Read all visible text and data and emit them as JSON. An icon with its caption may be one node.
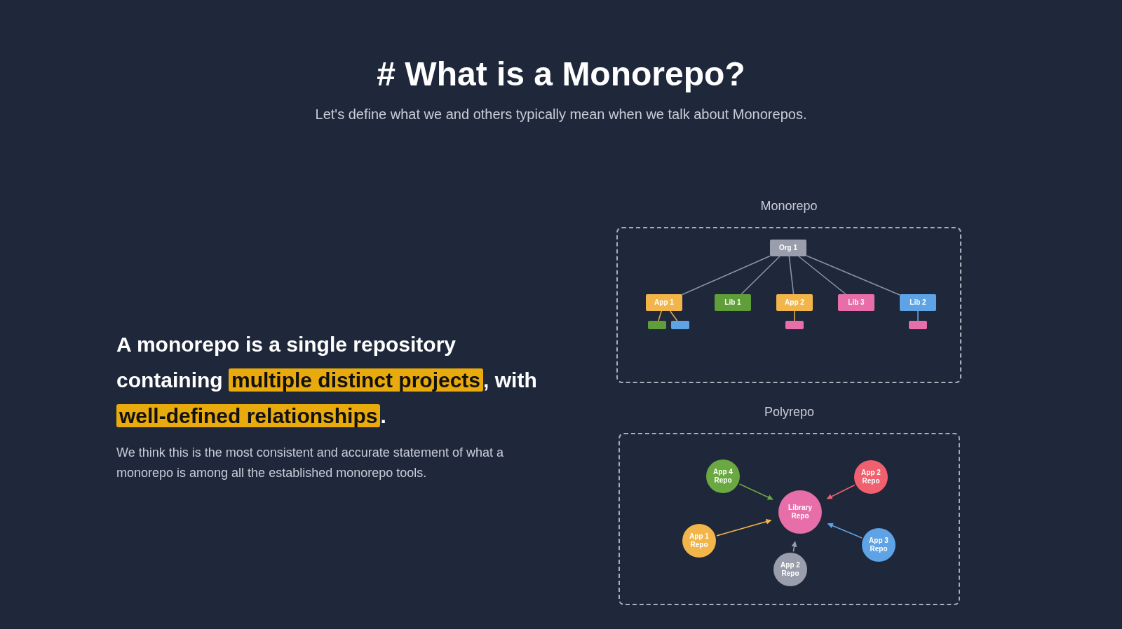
{
  "diagram": {
    "title": "# What is a Monorepo?",
    "nodes": [
      {
        "text": [
          "Monorepo"
        ]
      },
      {
        "text": [
          "Org 1"
        ],
        "in": 0
      },
      {
        "text": [
          "App 1"
        ],
        "in": 0
      },
      {
        "text": [
          "Lib 1"
        ],
        "in": 0
      },
      {
        "text": [
          "App 2"
        ],
        "in": 0
      },
      {
        "text": [
          "Lib 3"
        ],
        "in": 0
      },
      {
        "text": [
          "Lib 2"
        ],
        "in": 0
      },
      {
        "text": [],
        "shape": "box",
        "in": 0
      },
      {
        "text": [],
        "shape": "box",
        "in": 0
      },
      {
        "text": [],
        "shape": "box",
        "in": 0
      },
      {
        "text": [],
        "shape": "box",
        "in": 0
      },
      {
        "text": [
          "Polyrepo"
        ]
      },
      {
        "text": [
          "App 4 Repo"
        ],
        "in": 11
      },
      {
        "text": [
          "App 2 Repo"
        ],
        "in": 11
      },
      {
        "text": [
          "Library Repo"
        ],
        "in": 11
      },
      {
        "text": [
          "App 1 Repo"
        ],
        "in": 11
      },
      {
        "text": [
          "App 3 Repo"
        ],
        "in": 11
      },
      {
        "text": [
          "App 2 Repo"
        ],
        "in": 11
      }
    ],
    "edges": [
      {
        "from": 1,
        "to": 2,
        "arrow": "none"
      },
      {
        "from": 1,
        "to": 3,
        "arrow": "none"
      },
      {
        "from": 1,
        "to": 4,
        "arrow": "none"
      },
      {
        "from": 1,
        "to": 5,
        "arrow": "none"
      },
      {
        "from": 1,
        "to": 6,
        "arrow": "none"
      },
      {
        "from": 2,
        "to": 7,
        "arrow": "none",
        "color": "#e0a94a"
      },
      {
        "from": 2,
        "to": 8,
        "arrow": "none",
        "color": "#e0a94a"
      },
      {
        "from": 4,
        "to": 9,
        "arrow": "none",
        "color": "#e0a94a"
      },
      {
        "from": 6,
        "to": 10,
        "arrow": "none",
        "color": "#5ea3e6"
      },
      {
        "from": 12,
        "to": 14,
        "arrow": "to",
        "color": "#6aa842"
      },
      {
        "from": 13,
        "to": 14,
        "arrow": "to",
        "color": "#f0606e"
      },
      {
        "from": 15,
        "to": 14,
        "arrow": "to",
        "color": "#f2b54a"
      },
      {
        "from": 16,
        "to": 14,
        "arrow": "to",
        "color": "#5ea3e6"
      },
      {
        "from": 17,
        "to": 14,
        "arrow": "to",
        "color": "#9a9dab"
      }
    ],
    "labels": [
      "Let's define what we and others typically mean when we talk about Monorepos.",
      "A monorepo is a single repository containing **multiple distinct projects**, with **well-defined relationships**.",
      "We think this is the most consistent and accurate statement of what a monorepo is among all the established monorepo tools."
    ]
  }
}
